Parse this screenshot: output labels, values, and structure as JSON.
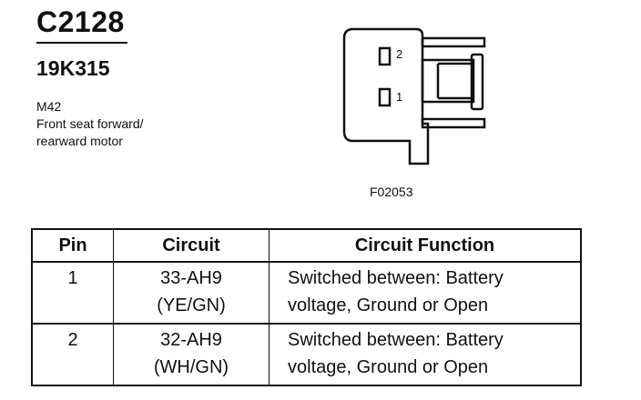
{
  "header": {
    "connector_id": "C2128",
    "part_number": "19K315",
    "location_code": "M42",
    "description_line1": "Front seat forward/",
    "description_line2": "rearward motor"
  },
  "diagram": {
    "pin_labels": [
      "2",
      "1"
    ],
    "figure_code": "F02053"
  },
  "table": {
    "headers": [
      "Pin",
      "Circuit",
      "Circuit Function"
    ],
    "rows": [
      {
        "pin": "1",
        "circuit_line1": "33-AH9",
        "circuit_line2": "(YE/GN)",
        "function_line1": "Switched between: Battery",
        "function_line2": "voltage, Ground or Open"
      },
      {
        "pin": "2",
        "circuit_line1": "32-AH9",
        "circuit_line2": "(WH/GN)",
        "function_line1": "Switched between: Battery",
        "function_line2": "voltage, Ground or Open"
      }
    ]
  }
}
